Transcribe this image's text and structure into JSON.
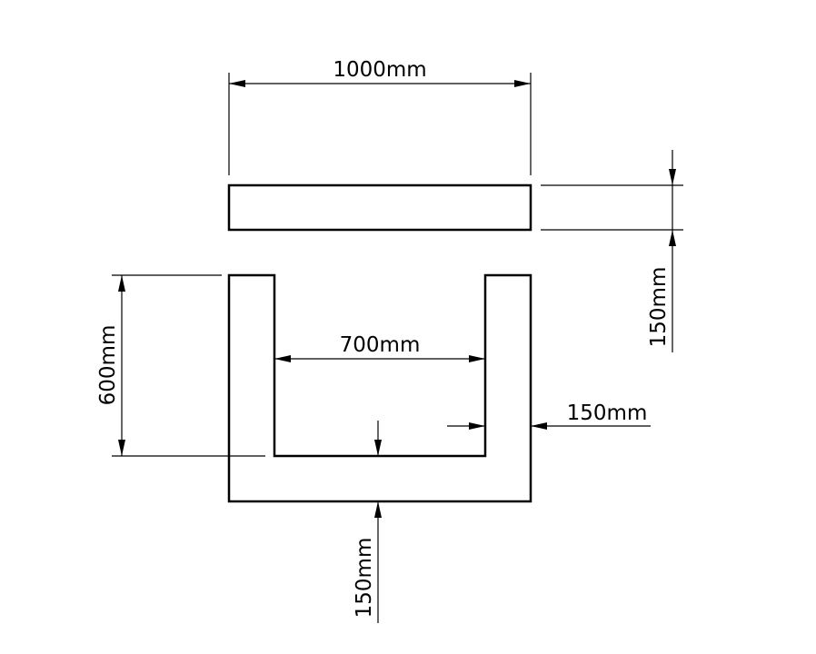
{
  "drawing": {
    "parts": {
      "slab": {
        "name": "top slab"
      },
      "channel": {
        "name": "U-channel"
      }
    },
    "dimensions": {
      "slab_length": "1000mm",
      "slab_thickness": "150mm",
      "channel_depth": "600mm",
      "channel_inner_width": "700mm",
      "wall_thickness": "150mm",
      "base_thickness": "150mm"
    },
    "colors": {
      "line": "#000000",
      "background": "#ffffff"
    }
  }
}
